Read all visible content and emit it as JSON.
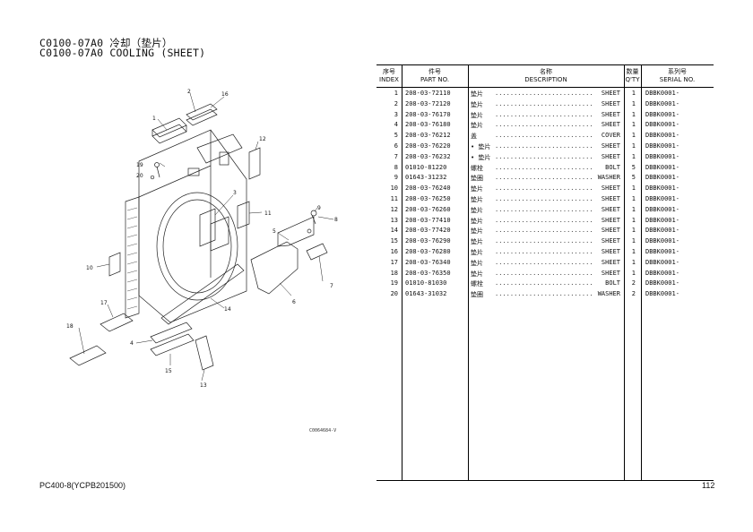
{
  "title": {
    "line1": "C0100-07A0 冷却（垫片）",
    "line2": "C0100-07A0 COOLING (SHEET)"
  },
  "table": {
    "headers": {
      "index_cn": "序号",
      "index_en": "INDEX",
      "part_cn": "件号",
      "part_en": "PART NO.",
      "desc_cn": "名称",
      "desc_en": "DESCRIPTION",
      "qty_cn": "数量",
      "qty_en": "Q'TY",
      "serial_cn": "系列号",
      "serial_en": "SERIAL NO."
    },
    "rows": [
      {
        "index": "1",
        "part_no": "208-03-72110",
        "name": "垫片",
        "desc": "SHEET",
        "qty": "1",
        "serial": "DBBK0001-"
      },
      {
        "index": "2",
        "part_no": "208-03-72120",
        "name": "垫片",
        "desc": "SHEET",
        "qty": "1",
        "serial": "DBBK0001-"
      },
      {
        "index": "3",
        "part_no": "208-03-76170",
        "name": "垫片",
        "desc": "SHEET",
        "qty": "1",
        "serial": "DBBK0001-"
      },
      {
        "index": "4",
        "part_no": "208-03-76180",
        "name": "垫片",
        "desc": "SHEET",
        "qty": "1",
        "serial": "DBBK0001-"
      },
      {
        "index": "5",
        "part_no": "208-03-76212",
        "name": "盖",
        "desc": "COVER",
        "qty": "1",
        "serial": "DBBK0001-"
      },
      {
        "index": "6",
        "part_no": "208-03-76220",
        "name": "• 垫片",
        "desc": "SHEET",
        "qty": "1",
        "serial": "DBBK0001-"
      },
      {
        "index": "7",
        "part_no": "208-03-76232",
        "name": "• 垫片",
        "desc": "SHEET",
        "qty": "1",
        "serial": "DBBK0001-"
      },
      {
        "index": "8",
        "part_no": "01010-81220",
        "name": "螺栓",
        "desc": "BOLT",
        "qty": "5",
        "serial": "DBBK0001-"
      },
      {
        "index": "9",
        "part_no": "01643-31232",
        "name": "垫圈",
        "desc": "WASHER",
        "qty": "5",
        "serial": "DBBK0001-"
      },
      {
        "index": "10",
        "part_no": "208-03-76240",
        "name": "垫片",
        "desc": "SHEET",
        "qty": "1",
        "serial": "DBBK0001-"
      },
      {
        "index": "11",
        "part_no": "208-03-76250",
        "name": "垫片",
        "desc": "SHEET",
        "qty": "1",
        "serial": "DBBK0001-"
      },
      {
        "index": "12",
        "part_no": "208-03-76260",
        "name": "垫片",
        "desc": "SHEET",
        "qty": "1",
        "serial": "DBBK0001-"
      },
      {
        "index": "13",
        "part_no": "208-03-77410",
        "name": "垫片",
        "desc": "SHEET",
        "qty": "1",
        "serial": "DBBK0001-"
      },
      {
        "index": "14",
        "part_no": "208-03-77420",
        "name": "垫片",
        "desc": "SHEET",
        "qty": "1",
        "serial": "DBBK0001-"
      },
      {
        "index": "15",
        "part_no": "208-03-76290",
        "name": "垫片",
        "desc": "SHEET",
        "qty": "1",
        "serial": "DBBK0001-"
      },
      {
        "index": "16",
        "part_no": "208-03-76280",
        "name": "垫片",
        "desc": "SHEET",
        "qty": "1",
        "serial": "DBBK0001-"
      },
      {
        "index": "17",
        "part_no": "208-03-76340",
        "name": "垫片",
        "desc": "SHEET",
        "qty": "1",
        "serial": "DBBK0001-"
      },
      {
        "index": "18",
        "part_no": "208-03-76350",
        "name": "垫片",
        "desc": "SHEET",
        "qty": "1",
        "serial": "DBBK0001-"
      },
      {
        "index": "19",
        "part_no": "01010-81030",
        "name": "螺栓",
        "desc": "BOLT",
        "qty": "2",
        "serial": "DBBK0001-"
      },
      {
        "index": "20",
        "part_no": "01643-31032",
        "name": "垫圈",
        "desc": "WASHER",
        "qty": "2",
        "serial": "DBBK0001-"
      }
    ]
  },
  "diagram": {
    "callouts": [
      "1",
      "2",
      "3",
      "4",
      "5",
      "6",
      "7",
      "8",
      "9",
      "10",
      "11",
      "12",
      "13",
      "14",
      "15",
      "16",
      "17",
      "18",
      "19",
      "20"
    ],
    "figure_code": "C0064684-V"
  },
  "footer": {
    "model": "PC400-8(YCPB201500)",
    "page": "112"
  }
}
